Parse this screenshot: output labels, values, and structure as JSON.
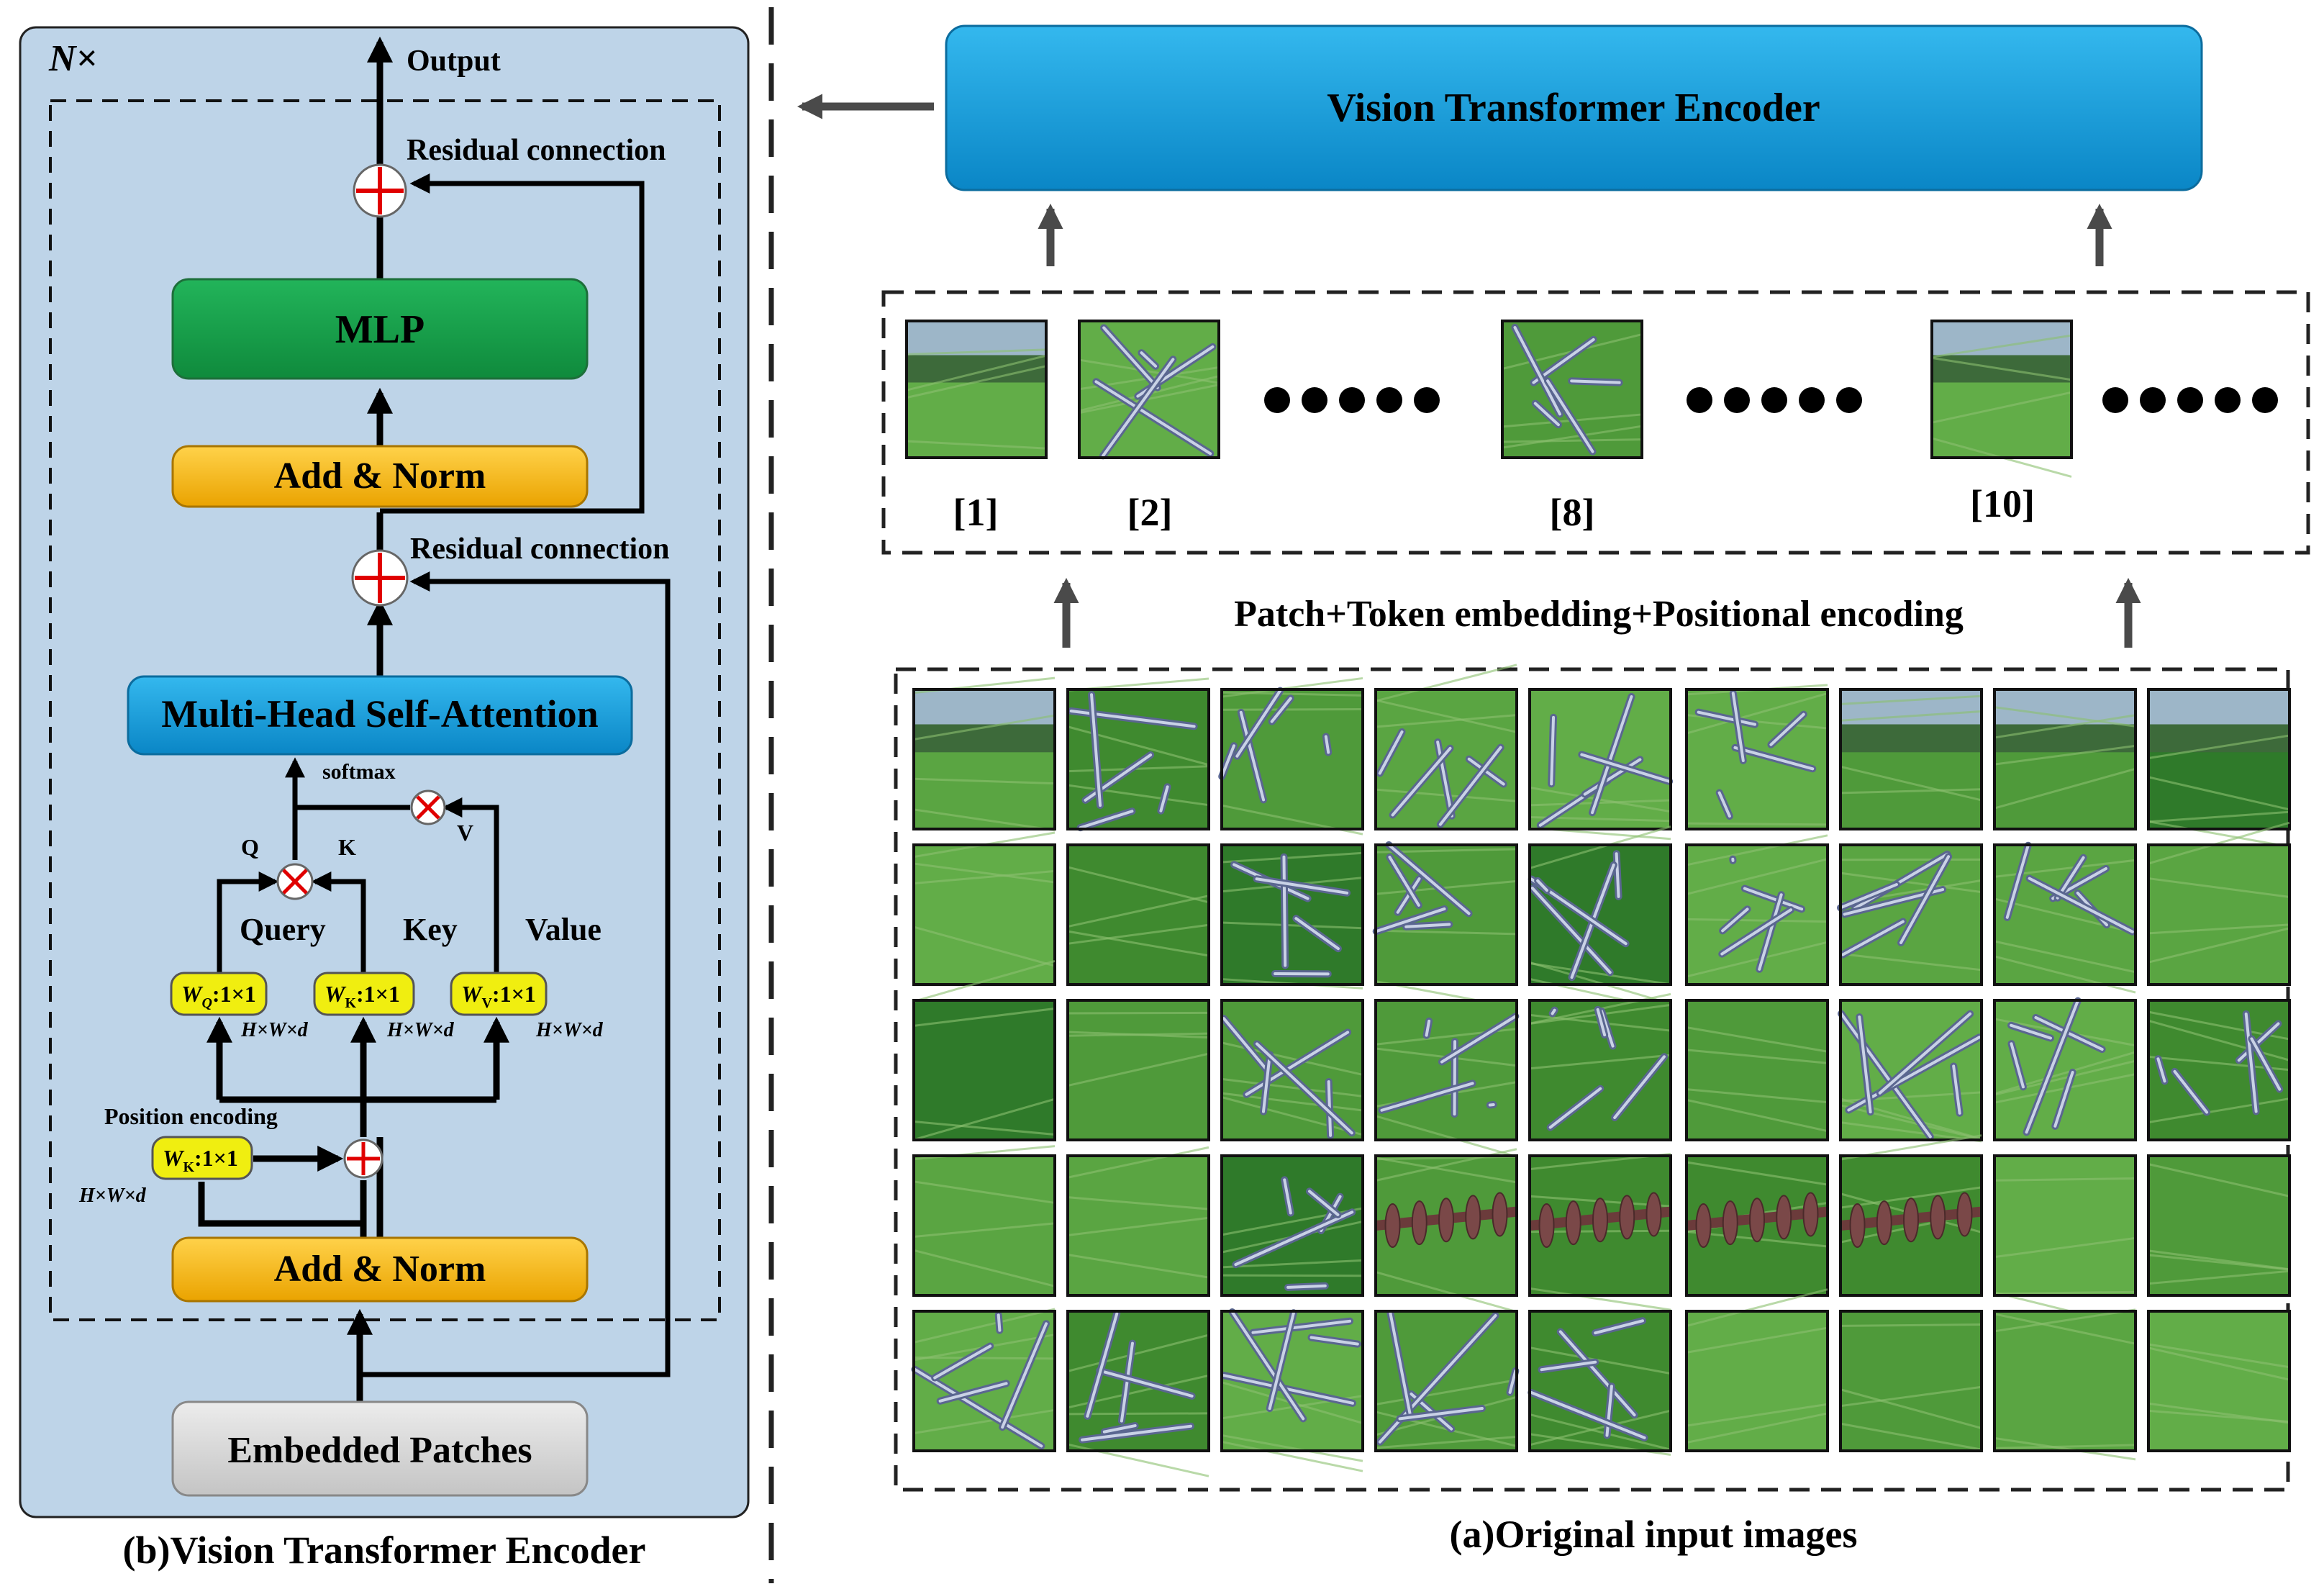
{
  "left_panel": {
    "repeat_label": "N×",
    "output_label": "Output",
    "residual_top_label": "Residual connection",
    "residual_mid_label": "Residual connection",
    "mlp_label": "MLP",
    "addnorm_top_label": "Add & Norm",
    "mhsa_label": "Multi-Head Self-Attention",
    "softmax_label": "softmax",
    "q_label": "Q",
    "k_label": "K",
    "v_label": "V",
    "query_label": "Query",
    "key_label": "Key",
    "value_label": "Value",
    "wq_main": "W",
    "wq_sub": "Q",
    "wq_rest": ":1×1",
    "wk_main": "W",
    "wk_sub": "K",
    "wk_rest": ":1×1",
    "wv_main": "W",
    "wv_sub": "V",
    "wv_rest": ":1×1",
    "dim_q": "H×W×d",
    "dim_k": "H×W×d",
    "dim_v": "H×W×d",
    "position_encoding_label": "Position encoding",
    "wpos_main": "W",
    "wpos_sub": "K",
    "wpos_rest": ":1×1",
    "dim_pos": "H×W×d",
    "addnorm_bottom_label": "Add & Norm",
    "embedded_label": "Embedded Patches",
    "caption": "(b)Vision Transformer Encoder"
  },
  "right_panel": {
    "encoder_label": "Vision Transformer Encoder",
    "token_labels": [
      "[1]",
      "[2]",
      "[8]",
      "[10]"
    ],
    "embedding_label": "Patch+Token embedding+Positional encoding",
    "caption": "(a)Original input images",
    "grid_rows": 5,
    "grid_cols": 9
  },
  "colors": {
    "panel_bg": "#bed4e8",
    "encoder_blue": "#1aa3e0",
    "mlp_green": "#15a04a",
    "addnorm_orange": "#f5b400",
    "weight_yellow": "#f0ee10",
    "patch_gray": "#d8d8d8",
    "arrow_gray": "#4a4a4a"
  }
}
